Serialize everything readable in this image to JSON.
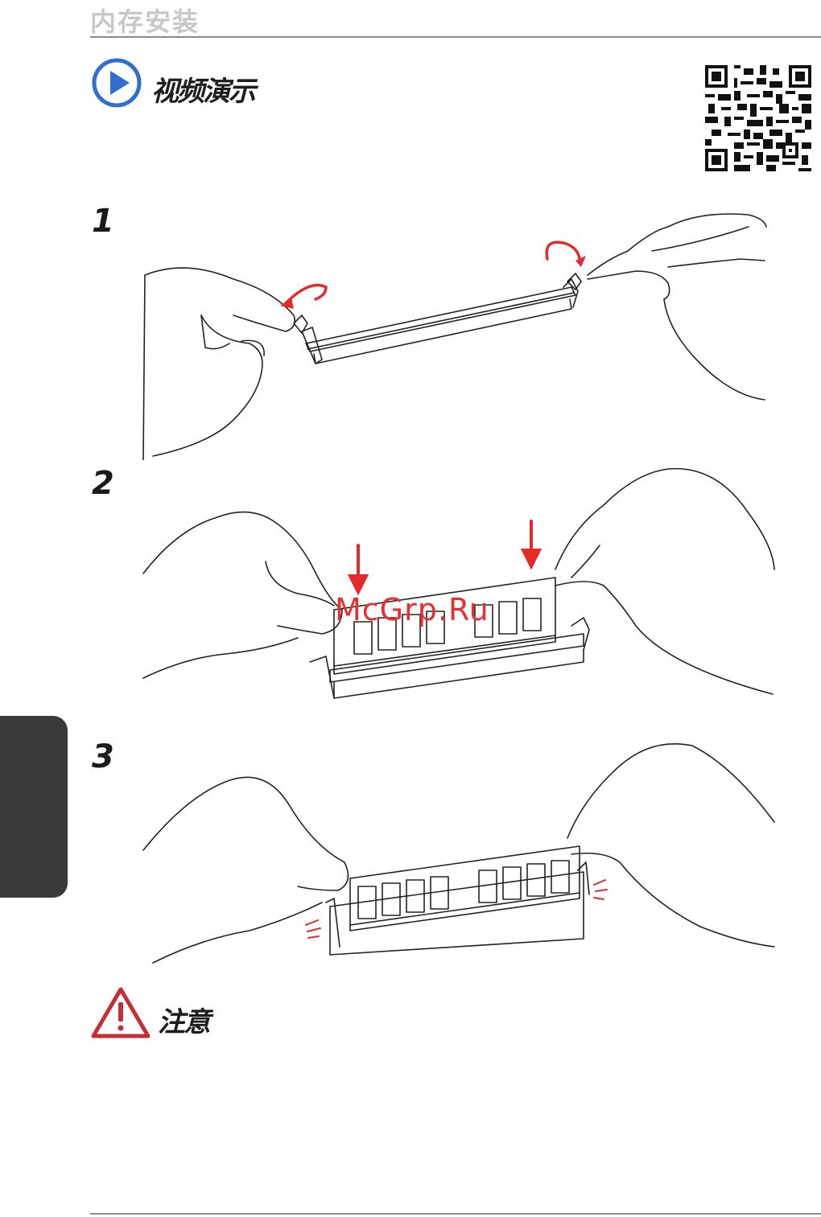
{
  "header": {
    "title": "内存安装"
  },
  "video": {
    "label": "视频演示",
    "icon": "play-icon"
  },
  "qr": {
    "icon": "qr-code"
  },
  "steps": [
    {
      "number": "1"
    },
    {
      "number": "2"
    },
    {
      "number": "3"
    }
  ],
  "warning": {
    "label": "注意",
    "icon": "warning-triangle-icon"
  },
  "watermark": {
    "text": "McGrp.Ru"
  },
  "colors": {
    "accent_blue": "#2f6fd0",
    "arrow_red": "#e32b2b",
    "tab_gray": "#3a3a3a",
    "rule_gray": "#8a8a8a"
  }
}
